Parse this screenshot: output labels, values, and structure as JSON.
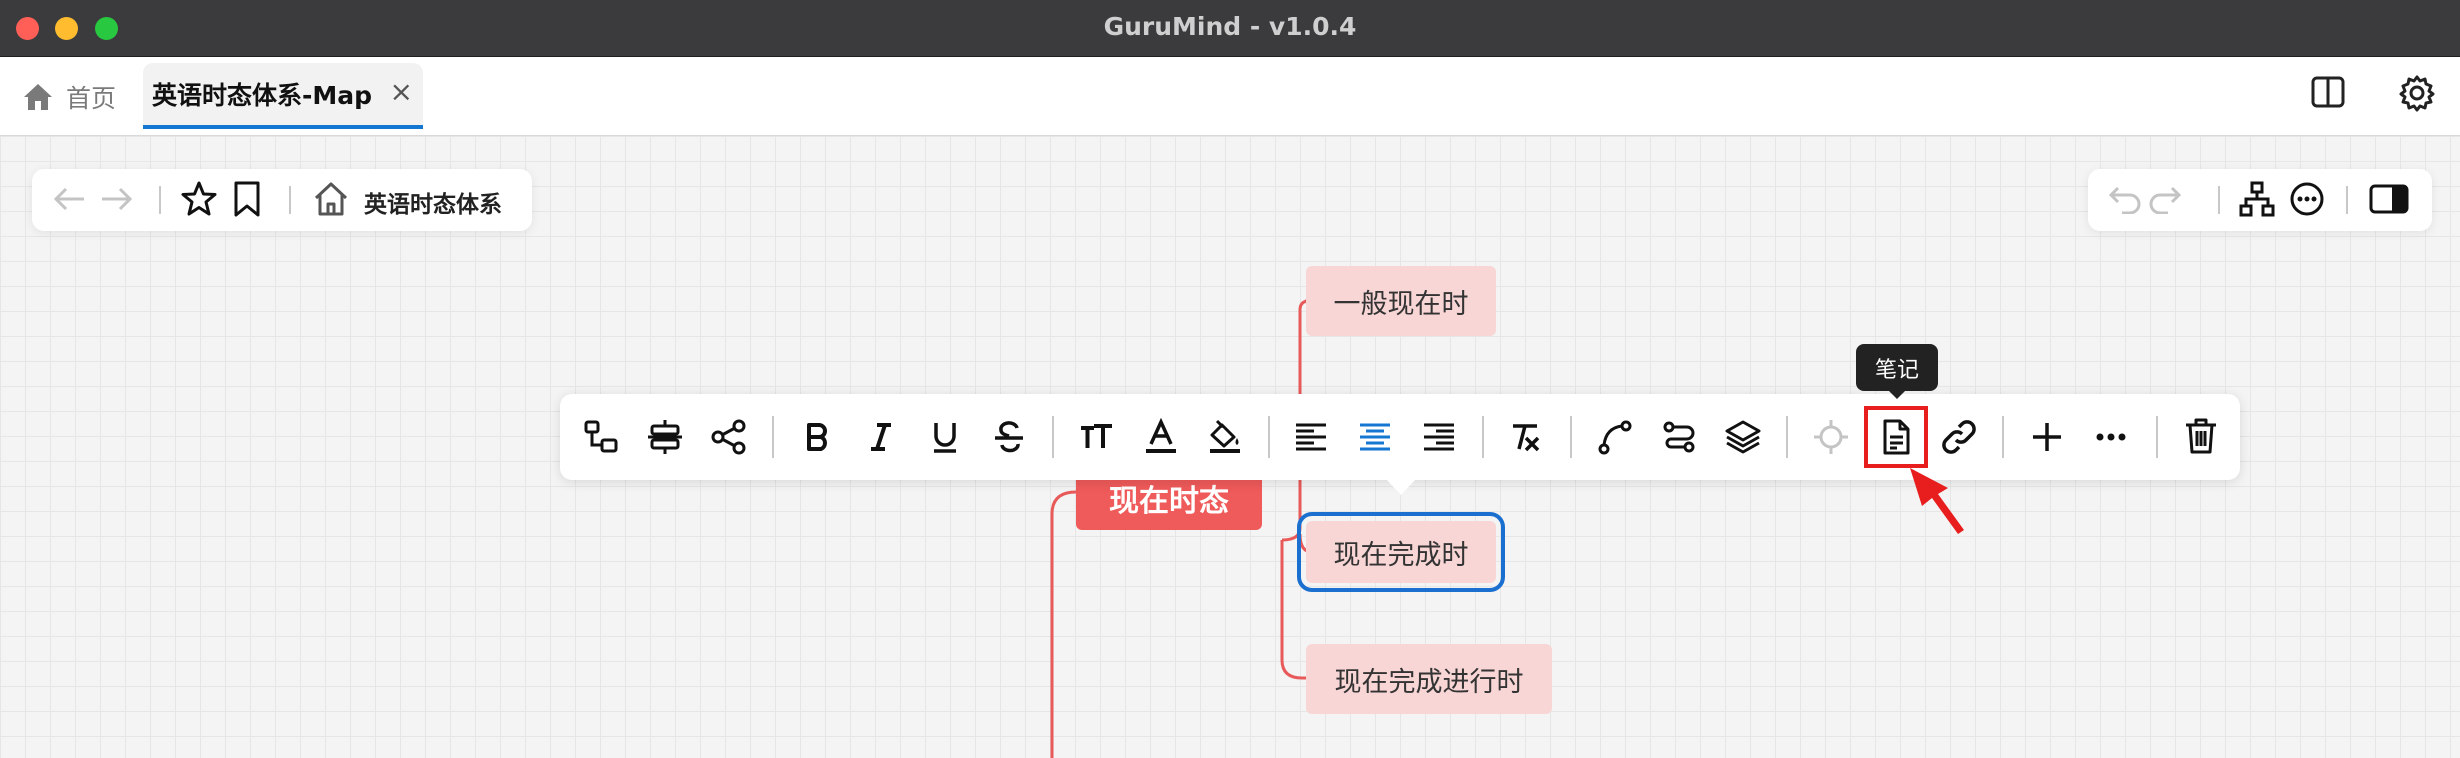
{
  "window": {
    "title": "GuruMind - v1.0.4"
  },
  "tabs": {
    "home_label": "首页",
    "active_label": "英语时态体系-Map",
    "close_glyph": "×"
  },
  "breadcrumb": {
    "label": "英语时态体系"
  },
  "mindmap": {
    "root": "现在时态",
    "children": [
      "一般现在时",
      "现在完成时",
      "现在完成进行时"
    ],
    "selected": "现在完成时"
  },
  "toolbar": {
    "tooltip": "笔记",
    "buttons": [
      "add-child-icon",
      "add-sibling-icon",
      "share-icon",
      "bold-icon",
      "italic-icon",
      "underline-icon",
      "strikethrough-icon",
      "font-size-icon",
      "text-color-icon",
      "fill-color-icon",
      "align-left-icon",
      "align-center-icon",
      "align-right-icon",
      "clear-format-icon",
      "curve-line-icon",
      "connector-icon",
      "layers-icon",
      "target-icon",
      "note-icon",
      "link-icon",
      "plus-icon",
      "more-icon",
      "trash-icon"
    ],
    "active_button": "align-center-icon",
    "highlighted_button": "note-icon"
  },
  "colors": {
    "accent": "#1677d2",
    "root_node": "#ef5a5a",
    "child_node": "#f8d6d6",
    "branch_line": "#e85a5a",
    "highlight": "#e81e1e"
  }
}
